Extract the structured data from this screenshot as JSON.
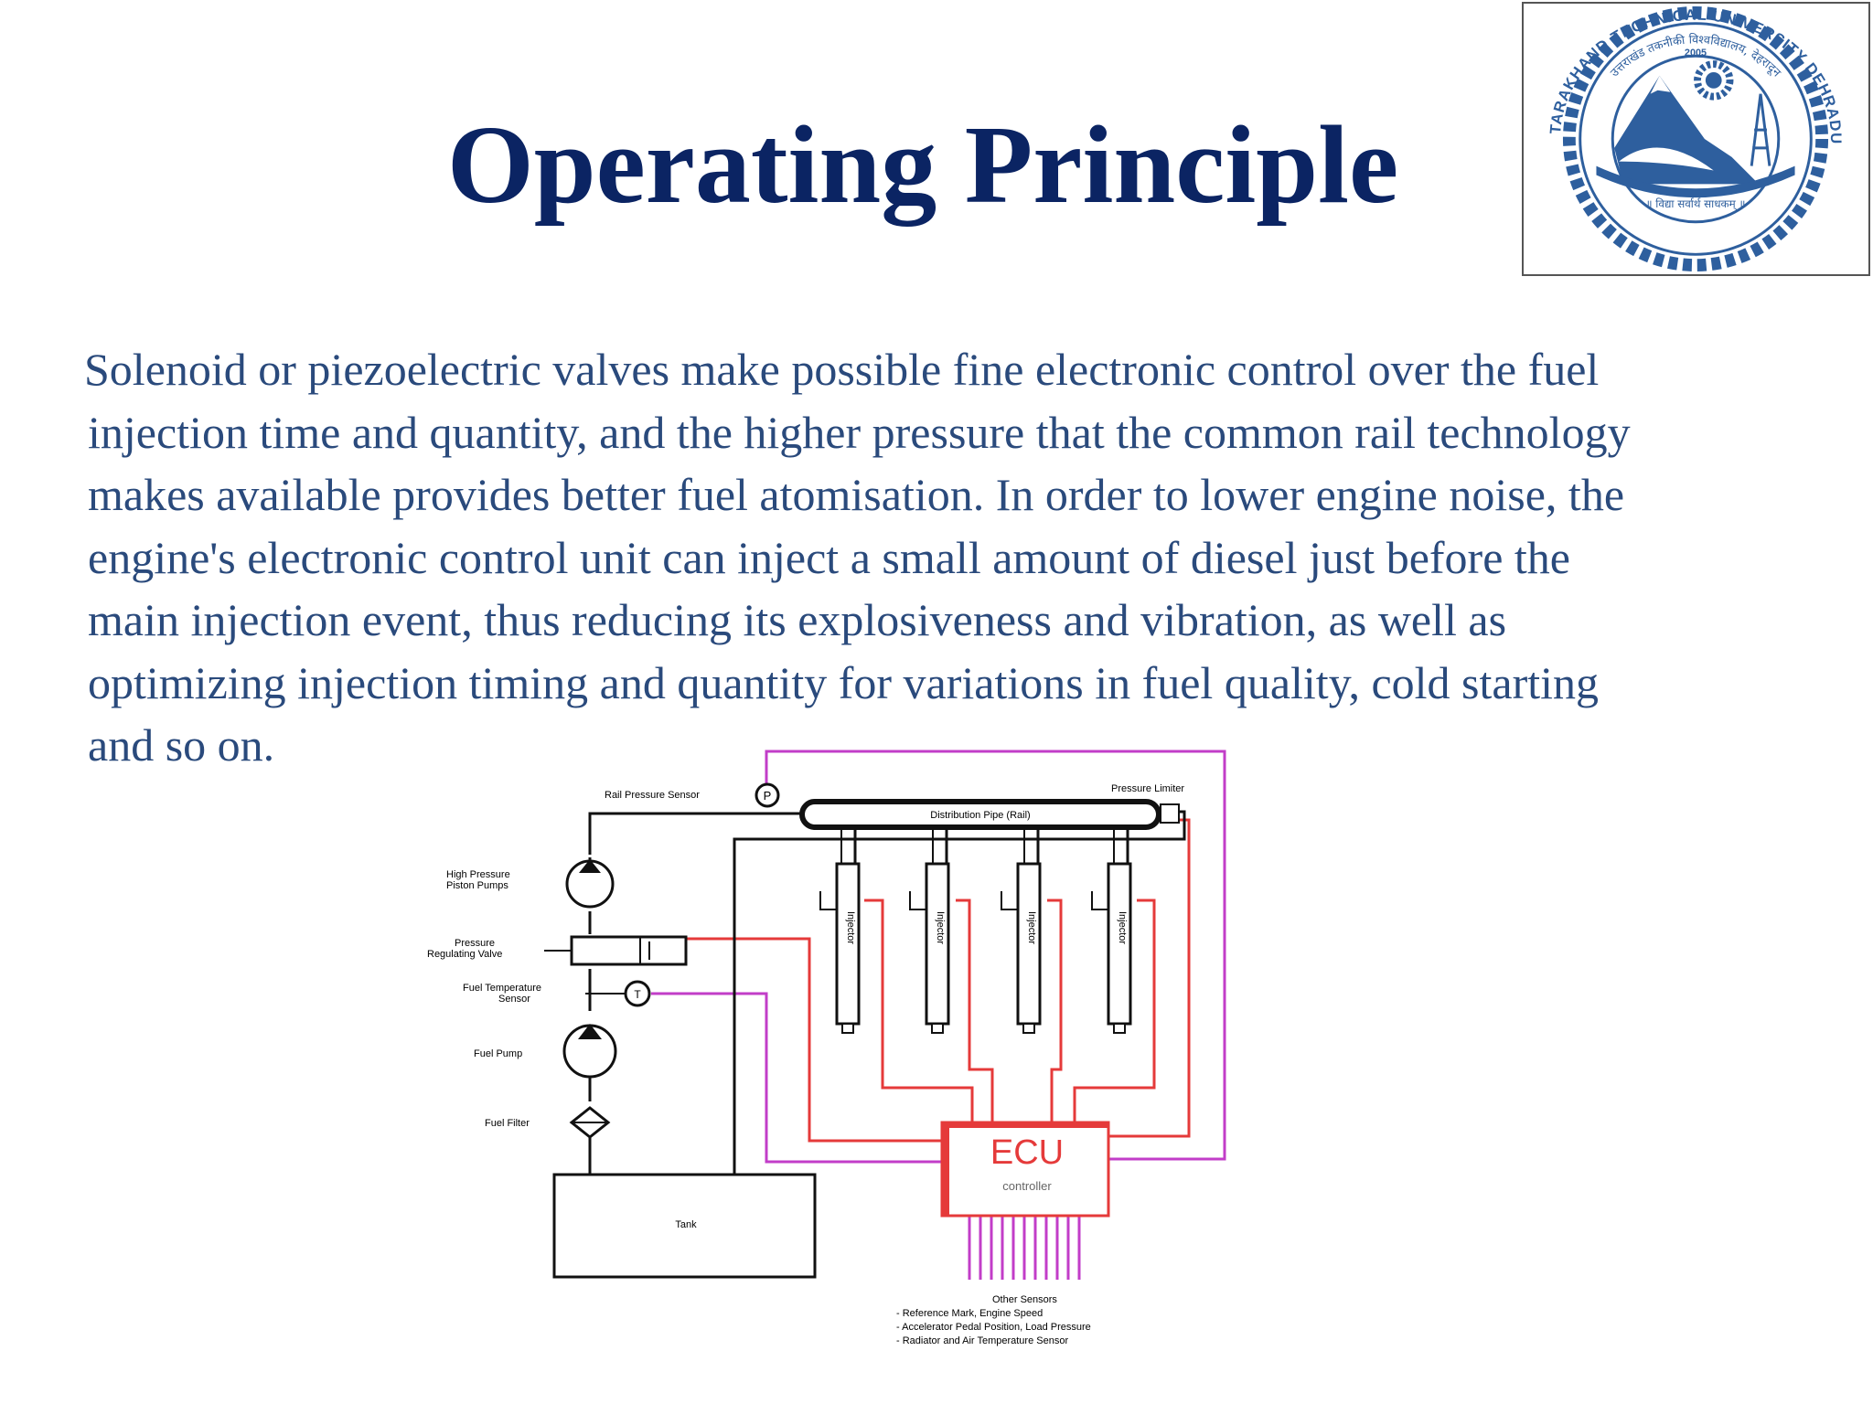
{
  "slide": {
    "title": "Operating Principle",
    "paragraph_lines": [
      "Solenoid or piezoelectric valves make possible fine electronic control over the fuel",
      "injection time and quantity, and the higher pressure that the common rail technology",
      "makes available provides better fuel atomisation. In order to lower engine noise, the",
      "engine's electronic control unit can inject a small amount of diesel just before the",
      "main injection event, thus reducing its explosiveness and vibration, as well as",
      "optimizing injection timing and quantity for variations in fuel quality, cold starting",
      "and so on."
    ]
  },
  "logo": {
    "ring_text": "UTTARAKHAND TECHNICAL UNIVERSITY DEHRADUN",
    "hindi_ring_text": "उत्तराखंड तकनीकी विश्वविद्यालय, देहरादून",
    "year": "2005",
    "motto": "॥ विद्या सर्वार्थ साधकम् ॥",
    "color": "#2e5f9e"
  },
  "diagram": {
    "labels": {
      "rail_pressure_sensor": "Rail Pressure Sensor",
      "pressure_limiter": "Pressure Limiter",
      "distribution_pipe": "Distribution Pipe (Rail)",
      "hp_pump_1": "High Pressure",
      "hp_pump_2": "Piston Pumps",
      "prv_1": "Pressure",
      "prv_2": "Regulating Valve",
      "fts_1": "Fuel Temperature",
      "fts_2": "Sensor",
      "fuel_pump": "Fuel Pump",
      "fuel_filter": "Fuel Filter",
      "tank": "Tank",
      "ecu": "ECU",
      "controller": "controller",
      "p_symbol": "P",
      "t_symbol": "T",
      "injector": "Injector",
      "other_sensors": "Other Sensors",
      "sensor_1": "- Reference Mark, Engine Speed",
      "sensor_2": "- Accelerator Pedal Position, Load Pressure",
      "sensor_3": "- Radiator and Air Temperature Sensor"
    },
    "colors": {
      "signal": "#e53a3a",
      "sensor": "#c23dc8",
      "fuel": "#111111",
      "ecu": "#e53a3a"
    }
  }
}
